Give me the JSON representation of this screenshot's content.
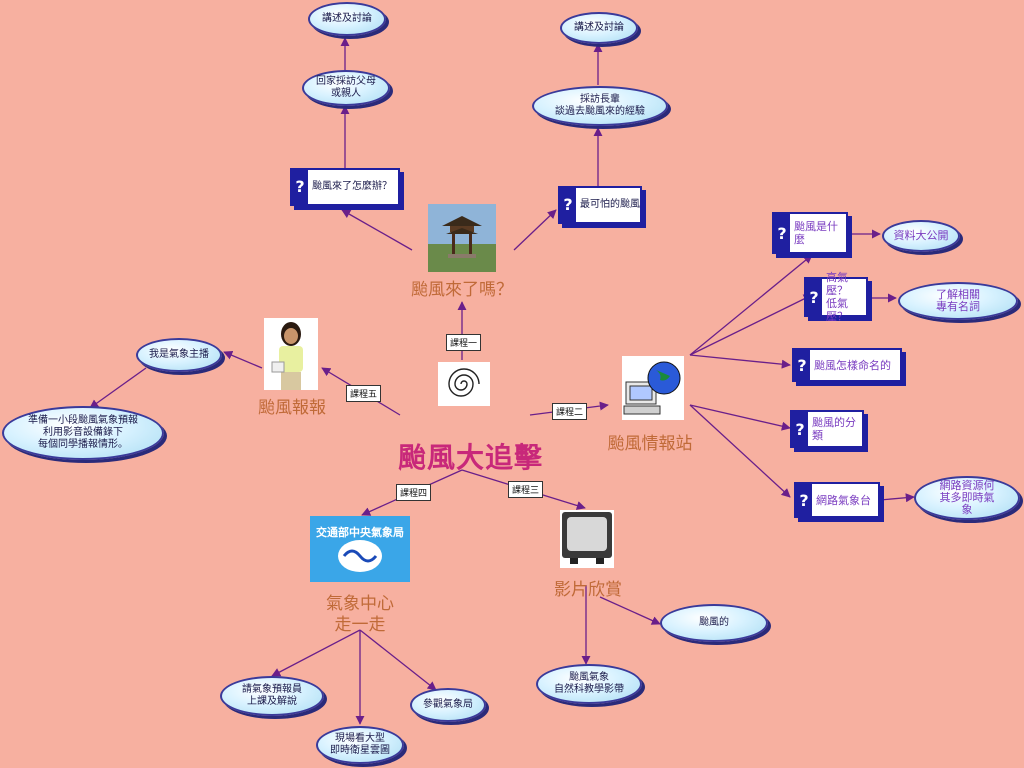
{
  "title": "颱風大追擊",
  "lessons": {
    "one": "課程一",
    "two": "課程二",
    "three": "課程三",
    "four": "課程四",
    "five": "課程五"
  },
  "branches": {
    "lesson1": "颱風來了嗎？",
    "lesson2": "颱風情報站",
    "lesson3": "影片欣賞",
    "lesson4": "氣象中心\n走一走",
    "lesson5": "颱風報報"
  },
  "nodes": {
    "discuss1": "講述及討論",
    "interview_parents": "回家採訪父母\n或親人",
    "q_how": "颱風來了怎麼辦？",
    "discuss2": "講述及討論",
    "interview_elders": "採訪長輩\n談過去颱風來的經驗",
    "q_scary": "最可怕的颱風",
    "q_what": "颱風是什\n麼",
    "info_open": "資料大公開",
    "q_pressure": "高氣壓？\n低氣壓？",
    "terms": "了解相關\n專有名詞",
    "q_naming": "颱風怎樣命名的",
    "q_classify": "颱風的分類",
    "q_station": "網路氣象台",
    "web_resources": "網路資源何\n其多即時氣\n象",
    "weather_anchor": "我是氣象主播",
    "prepare_report": "準備一小段颱風氣象預報\n利用影音設備錄下\n每個同學播報情形。",
    "typhoon_film": "颱風的",
    "film_edu": "颱風氣象\n自然科教學影帶",
    "invite_forecaster": "請氣象預報員\n上課及解說",
    "visit_bureau": "參觀氣象局",
    "satellite": "現場看大型\n即時衛星雲圖"
  },
  "logo_text": "交通部中央氣象局",
  "colors": {
    "background": "#f7b0a0",
    "link": "#6a1f8a",
    "title": "#c8287a",
    "branch": "#c06a38",
    "box": "#1f1fa0"
  }
}
